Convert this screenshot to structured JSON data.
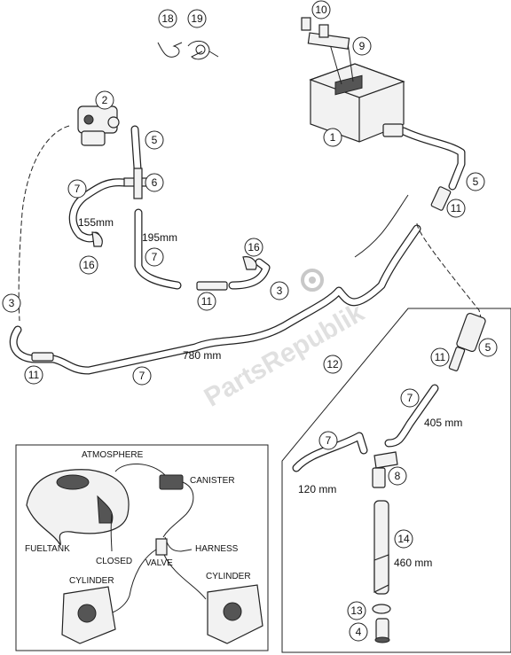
{
  "callouts": [
    {
      "id": "c1",
      "text": "1"
    },
    {
      "id": "c2",
      "text": "2"
    },
    {
      "id": "c3a",
      "text": "3"
    },
    {
      "id": "c3b",
      "text": "3"
    },
    {
      "id": "c4",
      "text": "4"
    },
    {
      "id": "c5a",
      "text": "5"
    },
    {
      "id": "c5b",
      "text": "5"
    },
    {
      "id": "c5c",
      "text": "5"
    },
    {
      "id": "c6",
      "text": "6"
    },
    {
      "id": "c7a",
      "text": "7"
    },
    {
      "id": "c7b",
      "text": "7"
    },
    {
      "id": "c7c",
      "text": "7"
    },
    {
      "id": "c7d",
      "text": "7"
    },
    {
      "id": "c7e",
      "text": "7"
    },
    {
      "id": "c8",
      "text": "8"
    },
    {
      "id": "c9",
      "text": "9"
    },
    {
      "id": "c10",
      "text": "10"
    },
    {
      "id": "c11a",
      "text": "11"
    },
    {
      "id": "c11b",
      "text": "11"
    },
    {
      "id": "c11c",
      "text": "11"
    },
    {
      "id": "c11d",
      "text": "11"
    },
    {
      "id": "c12",
      "text": "12"
    },
    {
      "id": "c13",
      "text": "13"
    },
    {
      "id": "c14",
      "text": "14"
    },
    {
      "id": "c16a",
      "text": "16"
    },
    {
      "id": "c16b",
      "text": "16"
    },
    {
      "id": "c18",
      "text": "18"
    },
    {
      "id": "c19",
      "text": "19"
    }
  ],
  "lengths": {
    "l155": "155mm",
    "l195": "195mm",
    "l780": "780 mm",
    "l405": "405 mm",
    "l120": "120 mm",
    "l460": "460 mm"
  },
  "schematic": {
    "atmosphere": "ATMOSPHERE",
    "canister": "CANISTER",
    "fueltank": "FUELTANK",
    "closed": "CLOSED",
    "valve": "VALVE",
    "harness": "HARNESS",
    "cylinder_left": "CYLINDER",
    "cylinder_right": "CYLINDER"
  },
  "watermark": "PartsRepublik"
}
